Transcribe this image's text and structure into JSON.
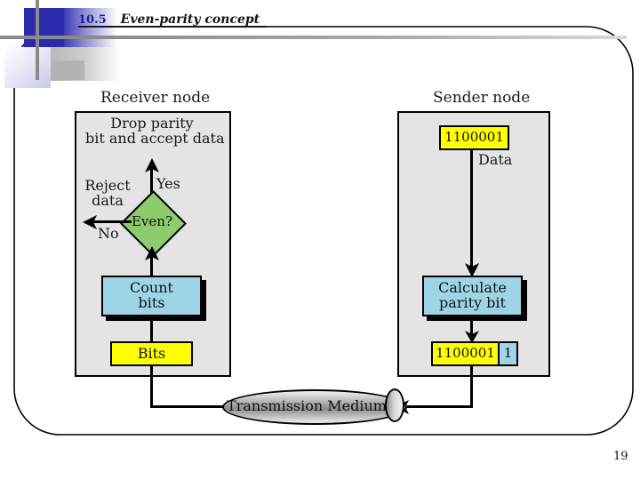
{
  "slide": {
    "section_number": "10.5",
    "title": "Even-parity concept",
    "page_number": "19"
  },
  "receiver": {
    "node_label": "Receiver node",
    "accept_text": "Drop parity\nbit and accept data",
    "accept_line1": "Drop parity",
    "accept_line2": "bit and accept data",
    "reject_line1": "Reject",
    "reject_line2": "data",
    "yes_label": "Yes",
    "no_label": "No",
    "decision_label": "Even?",
    "count_line1": "Count",
    "count_line2": "bits",
    "bits_label": "Bits"
  },
  "sender": {
    "node_label": "Sender node",
    "data_value": "1100001",
    "data_label": "Data",
    "calculate_line1": "Calculate",
    "calculate_line2": "parity bit",
    "framed_data": "1100001",
    "parity_bit": "1"
  },
  "medium": {
    "label": "Transmission Medium"
  },
  "colors": {
    "panel_fill": "#e4e4e4",
    "process_fill": "#9ed5e6",
    "data_fill": "#ffff00",
    "decision_fill": "#8ecb6e",
    "title_number": "#1d1d9e",
    "logo_blue": "#2a2aad"
  }
}
